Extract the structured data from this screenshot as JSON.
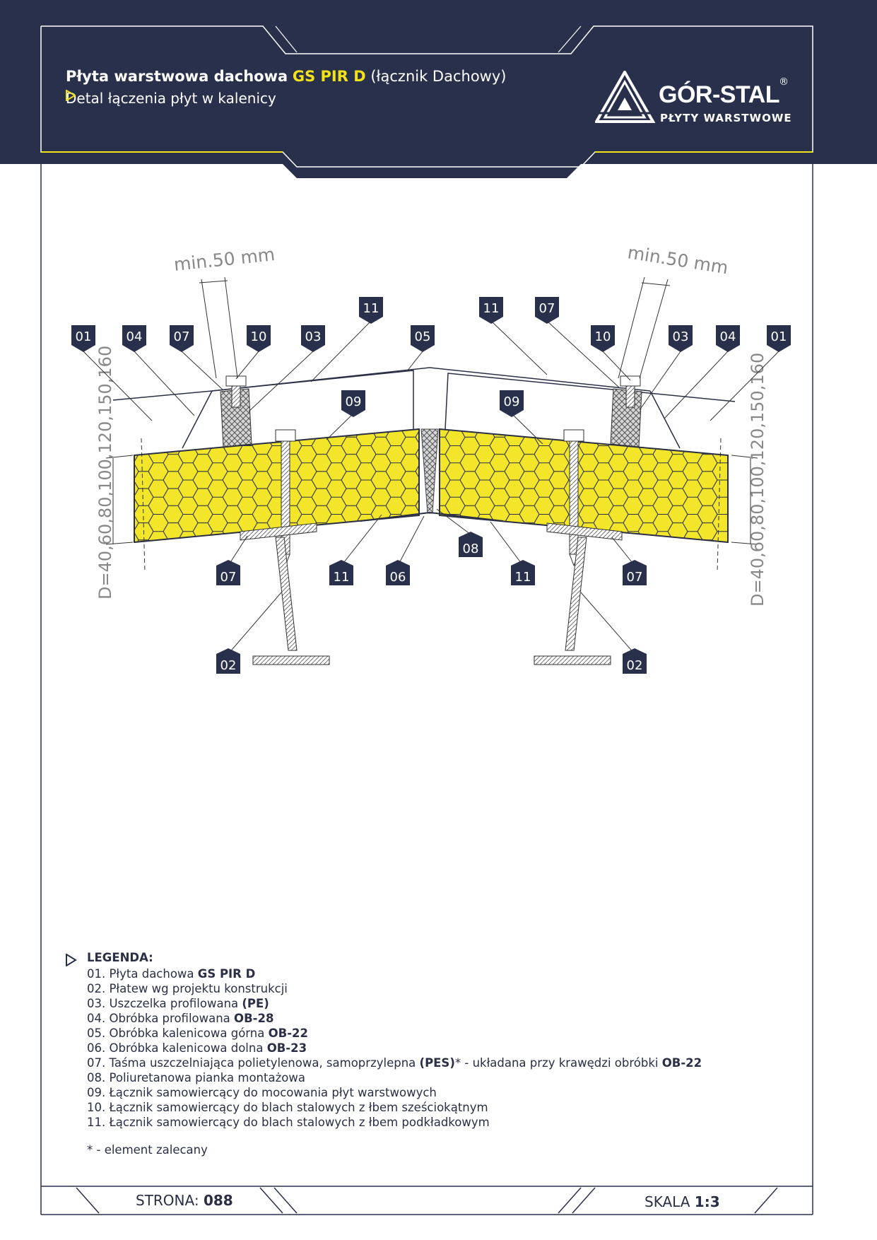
{
  "header": {
    "title_prefix": "Płyta warstwowa dachowa",
    "title_product": "GS PIR D",
    "title_suffix": "(łącznik Dachowy)",
    "subtitle": "Detal łączenia płyt w kalenicy"
  },
  "logo": {
    "name": "GÓR-STAL",
    "reg": "®",
    "sub": "PŁYTY WARSTWOWE"
  },
  "dimensions": {
    "min_left": "min.50  mm",
    "min_right": "min.50  mm",
    "d_left": "D=40,60,80,100,120,150,160",
    "d_right": "D=40,60,80,100,120,150,160"
  },
  "tags": {
    "t01l": "01",
    "t04l": "04",
    "t07l": "07",
    "t10l": "10",
    "t03l": "03",
    "t11a": "11",
    "t05": "05",
    "t11b": "11",
    "t07b": "07",
    "t10r": "10",
    "t03r": "03",
    "t04r": "04",
    "t01r": "01",
    "t09l": "09",
    "t09r": "09",
    "t08": "08",
    "t07bl": "07",
    "t11c": "11",
    "t06": "06",
    "t11d": "11",
    "t07br": "07",
    "t02l": "02",
    "t02r": "02"
  },
  "legend": {
    "heading": "LEGENDA:",
    "i01a": "01. Płyta dachowa ",
    "i01b": "GS PIR D",
    "i02": "02. Płatew wg projektu konstrukcji",
    "i03a": "03. Uszczelka profilowana ",
    "i03b": "(PE)",
    "i04a": "04. Obróbka profilowana ",
    "i04b": "OB-28",
    "i05a": "05. Obróbka kalenicowa górna ",
    "i05b": "OB-22",
    "i06a": "06. Obróbka kalenicowa dolna ",
    "i06b": "OB-23",
    "i07a": "07. Taśma uszczelniająca polietylenowa, samoprzylepna ",
    "i07b": "(PES)",
    "i07c": "* - układana przy krawędzi obróbki ",
    "i07d": "OB-22",
    "i08": "08. Poliuretanowa pianka montażowa",
    "i09": "09. Łącznik samowiercący do mocowania płyt warstwowych",
    "i10": "10. Łącznik samowiercący do blach stalowych z łbem sześciokątnym",
    "i11": "11. Łącznik samowiercący do blach stalowych z łbem podkładkowym",
    "note": "* -  element zalecany"
  },
  "footer": {
    "page_label": "STRONA: ",
    "page_value": "088",
    "scale_label": "SKALA ",
    "scale_value": "1:3"
  },
  "colors": {
    "navy": "#29304b",
    "yellow_accent": "#f2e21a",
    "foam": "#f3e62a"
  }
}
